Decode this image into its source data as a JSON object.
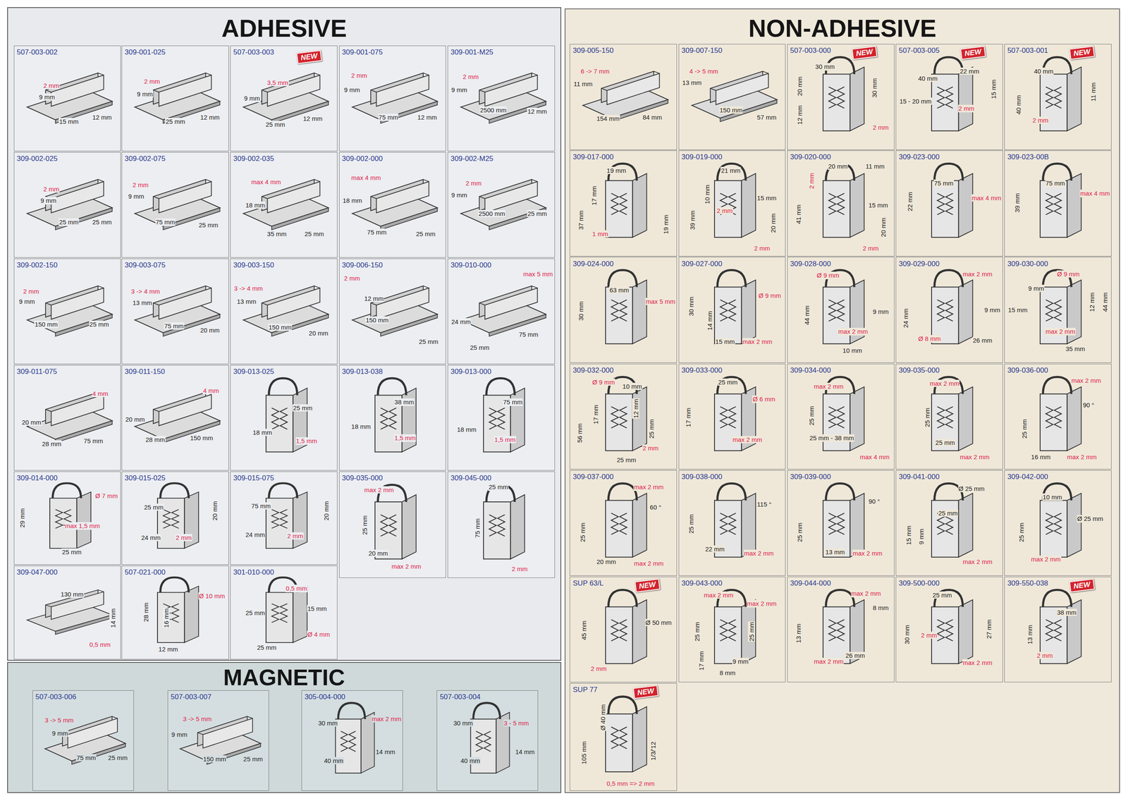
{
  "diagram": {
    "nodes": [
      {
        "text": [
          "ADHESIVE"
        ]
      },
      {
        "text": [
          "507-003-002",
          "2 mm",
          "9 mm",
          "15 mm",
          "12 mm"
        ],
        "in": 0
      },
      {
        "text": [
          "309-001-025",
          "2 mm",
          "9 mm",
          "25 mm",
          "12 mm"
        ],
        "in": 0
      },
      {
        "text": [
          "507-003-003",
          "NEW",
          "3,5 mm",
          "9 mm",
          "25 mm",
          "12 mm"
        ],
        "in": 0
      },
      {
        "text": [
          "309-001-075",
          "2 mm",
          "9 mm",
          "75 mm",
          "12 mm"
        ],
        "in": 0
      },
      {
        "text": [
          "309-001-M25",
          "2 mm",
          "9 mm",
          "2500 mm",
          "12 mm"
        ],
        "in": 0
      },
      {
        "text": [
          "309-002-025",
          "2 mm",
          "9 mm",
          "25 mm",
          "25 mm"
        ],
        "in": 0
      },
      {
        "text": [
          "309-002-075",
          "2 mm",
          "9 mm",
          "75 mm",
          "25 mm"
        ],
        "in": 0
      },
      {
        "text": [
          "309-002-035",
          "max 4 mm",
          "18 mm",
          "35 mm",
          "25 mm"
        ],
        "in": 0
      },
      {
        "text": [
          "309-002-000",
          "max 4 mm",
          "18 mm",
          "75 mm",
          "25 mm"
        ],
        "in": 0
      },
      {
        "text": [
          "309-002-M25",
          "2 mm",
          "9 mm",
          "2500 mm",
          "25 mm"
        ],
        "in": 0
      },
      {
        "text": [
          "309-002-150",
          "2 mm",
          "9 mm",
          "150 mm",
          "25 mm"
        ],
        "in": 0
      },
      {
        "text": [
          "309-003-075",
          "3 -> 4 mm",
          "13 mm",
          "75 mm",
          "20 mm"
        ],
        "in": 0
      },
      {
        "text": [
          "309-003-150",
          "3 -> 4 mm",
          "13 mm",
          "150 mm",
          "20 mm"
        ],
        "in": 0
      },
      {
        "text": [
          "309-006-150",
          "2 mm",
          "12 mm",
          "150 mm",
          "25 mm"
        ],
        "in": 0
      },
      {
        "text": [
          "309-010-000",
          "max 5 mm",
          "24 mm",
          "75 mm",
          "25 mm"
        ],
        "in": 0
      },
      {
        "text": [
          "309-011-075",
          "4 mm",
          "20 mm",
          "28 mm",
          "75 mm"
        ],
        "in": 0
      },
      {
        "text": [
          "309-011-150",
          "4 mm",
          "20 mm",
          "28 mm",
          "150 mm"
        ],
        "in": 0
      },
      {
        "text": [
          "309-013-025",
          "25 mm",
          "18 mm",
          "1,5 mm"
        ],
        "in": 0
      },
      {
        "text": [
          "309-013-038",
          "38 mm",
          "18 mm",
          "1,5 mm"
        ],
        "in": 0
      },
      {
        "text": [
          "309-013-000",
          "75 mm",
          "18 mm",
          "1,5 mm"
        ],
        "in": 0
      },
      {
        "text": [
          "309-014-000",
          "Ø 7 mm",
          "29 mm",
          "max 1,5 mm",
          "25 mm"
        ],
        "in": 0
      },
      {
        "text": [
          "309-015-025",
          "25 mm",
          "20 mm",
          "24 mm",
          "2 mm"
        ],
        "in": 0
      },
      {
        "text": [
          "309-015-075",
          "75 mm",
          "20 mm",
          "24 mm",
          "2 mm"
        ],
        "in": 0
      },
      {
        "text": [
          "309-035-000",
          "max 2 mm",
          "25 mm",
          "20 mm",
          "max 2 mm"
        ],
        "in": 0
      },
      {
        "text": [
          "309-045-000",
          "25 mm",
          "75 mm",
          "2 mm"
        ],
        "in": 0
      },
      {
        "text": [
          "309-047-000",
          "130 mm",
          "14 mm",
          "0,5 mm"
        ],
        "in": 0
      },
      {
        "text": [
          "507-021-000",
          "Ø 10 mm",
          "28 mm",
          "16 mm",
          "12 mm"
        ],
        "in": 0
      },
      {
        "text": [
          "301-010-000",
          "0,5 mm",
          "15 mm",
          "25 mm",
          "Ø 4 mm",
          "25 mm"
        ],
        "in": 0
      },
      {
        "text": [
          "NON-ADHESIVE"
        ]
      },
      {
        "text": [
          "309-005-150",
          "6 -> 7 mm",
          "11 mm",
          "154 mm",
          "84 mm"
        ],
        "in": 29
      },
      {
        "text": [
          "309-007-150",
          "4 -> 5 mm",
          "13 mm",
          "150 mm",
          "57 mm"
        ],
        "in": 29
      },
      {
        "text": [
          "507-003-000",
          "NEW",
          "30 mm",
          "20 mm",
          "30 mm",
          "12 mm",
          "2 mm"
        ],
        "in": 29
      },
      {
        "text": [
          "507-003-005",
          "NEW",
          "40 mm",
          "22 mm",
          "15 mm",
          "15 - 20 mm",
          "2 mm"
        ],
        "in": 29
      },
      {
        "text": [
          "507-003-001",
          "NEW",
          "40 mm",
          "11 mm",
          "40 mm",
          "2 mm"
        ],
        "in": 29
      },
      {
        "text": [
          "309-017-000",
          "19 mm",
          "17 mm",
          "37 mm",
          "19 mm",
          "1 mm"
        ],
        "in": 29
      },
      {
        "text": [
          "309-019-000",
          "21 mm",
          "10 mm",
          "2 mm",
          "39 mm",
          "15 mm",
          "20 mm",
          "2 mm"
        ],
        "in": 29
      },
      {
        "text": [
          "309-020-000",
          "20 mm",
          "11 mm",
          "2 mm",
          "41 mm",
          "15 mm",
          "20 mm",
          "2 mm"
        ],
        "in": 29
      },
      {
        "text": [
          "309-023-000",
          "75 mm",
          "22 mm",
          "max 4 mm"
        ],
        "in": 29
      },
      {
        "text": [
          "309-023-00B",
          "75 mm",
          "39 mm",
          "max 4 mm"
        ],
        "in": 29
      },
      {
        "text": [
          "309-024-000",
          "63 mm",
          "30 mm",
          "max 5 mm"
        ],
        "in": 29
      },
      {
        "text": [
          "309-027-000",
          "Ø 9 mm",
          "30 mm",
          "14 mm",
          "15 mm",
          "max 2 mm"
        ],
        "in": 29
      },
      {
        "text": [
          "309-028-000",
          "Ø 9 mm",
          "44 mm",
          "9 mm",
          "max 2 mm",
          "10 mm"
        ],
        "in": 29
      },
      {
        "text": [
          "309-029-000",
          "max 2 mm",
          "24 mm",
          "9 mm",
          "Ø 8 mm",
          "26 mm"
        ],
        "in": 29
      },
      {
        "text": [
          "309-030-000",
          "Ø 9 mm",
          "9 mm",
          "15 mm",
          "max 2 mm",
          "12 mm",
          "44 mm",
          "35 mm"
        ],
        "in": 29
      },
      {
        "text": [
          "309-032-000",
          "Ø 9 mm",
          "10 mm",
          "17 mm",
          "12 mm",
          "25 mm",
          "56 mm",
          "2 mm",
          "25 mm"
        ],
        "in": 29
      },
      {
        "text": [
          "309-033-000",
          "25 mm",
          "Ø 6 mm",
          "17 mm",
          "max 2 mm"
        ],
        "in": 29
      },
      {
        "text": [
          "309-034-000",
          "max 2 mm",
          "25 mm",
          "25 mm - 38 mm",
          "max 4 mm"
        ],
        "in": 29
      },
      {
        "text": [
          "309-035-000",
          "max 2 mm",
          "25 mm",
          "25 mm",
          "max 2 mm"
        ],
        "in": 29
      },
      {
        "text": [
          "309-036-000",
          "max 2 mm",
          "90 °",
          "25 mm",
          "16 mm",
          "max 2 mm"
        ],
        "in": 29
      },
      {
        "text": [
          "309-037-000",
          "max 2 mm",
          "60 °",
          "25 mm",
          "20 mm",
          "max 2 mm"
        ],
        "in": 29
      },
      {
        "text": [
          "309-038-000",
          "115 °",
          "25 mm",
          "22 mm",
          "max 2 mm"
        ],
        "in": 29
      },
      {
        "text": [
          "309-039-000",
          "90 °",
          "25 mm",
          "13 mm",
          "max 2 mm"
        ],
        "in": 29
      },
      {
        "text": [
          "309-041-000",
          "Ø 25 mm",
          "25 mm",
          "15 mm",
          "9 mm",
          "max 2 mm"
        ],
        "in": 29
      },
      {
        "text": [
          "309-042-000",
          "10 mm",
          "Ø 25 mm",
          "25 mm",
          "max 2 mm"
        ],
        "in": 29
      },
      {
        "text": [
          "SUP 63/L",
          "NEW",
          "Ø 50 mm",
          "45 mm",
          "2 mm"
        ],
        "in": 29
      },
      {
        "text": [
          "309-043-000",
          "max 2 mm",
          "max 2 mm",
          "25 mm",
          "25 mm",
          "17 mm",
          "9 mm",
          "8 mm"
        ],
        "in": 29
      },
      {
        "text": [
          "309-044-000",
          "max 2 mm",
          "8 mm",
          "13 mm",
          "26 mm",
          "max 2 mm"
        ],
        "in": 29
      },
      {
        "text": [
          "309-500-000",
          "25 mm",
          "2 mm",
          "30 mm",
          "27 mm",
          "max 2 mm"
        ],
        "in": 29
      },
      {
        "text": [
          "309-550-038",
          "NEW",
          "38 mm",
          "13 mm",
          "2 mm"
        ],
        "in": 29
      },
      {
        "text": [
          "SUP 77",
          "NEW",
          "Ø 40 mm",
          "105 mm",
          "1/3/'12",
          "0,5 mm => 2 mm"
        ],
        "in": 29
      },
      {
        "text": [
          "MAGNETIC"
        ]
      },
      {
        "text": [
          "507-003-006",
          "3 -> 5 mm",
          "9 mm",
          "75 mm",
          "25 mm"
        ],
        "in": 61
      },
      {
        "text": [
          "507-003-007",
          "3 -> 5 mm",
          "9 mm",
          "150 mm",
          "25 mm"
        ],
        "in": 61
      },
      {
        "text": [
          "305-004-000",
          "max 2 mm",
          "30 mm",
          "14 mm",
          "40 mm"
        ],
        "in": 61
      },
      {
        "text": [
          "507-003-004",
          "30 mm",
          "3 - 5 mm",
          "14 mm",
          "40 mm"
        ],
        "in": 61
      }
    ]
  }
}
